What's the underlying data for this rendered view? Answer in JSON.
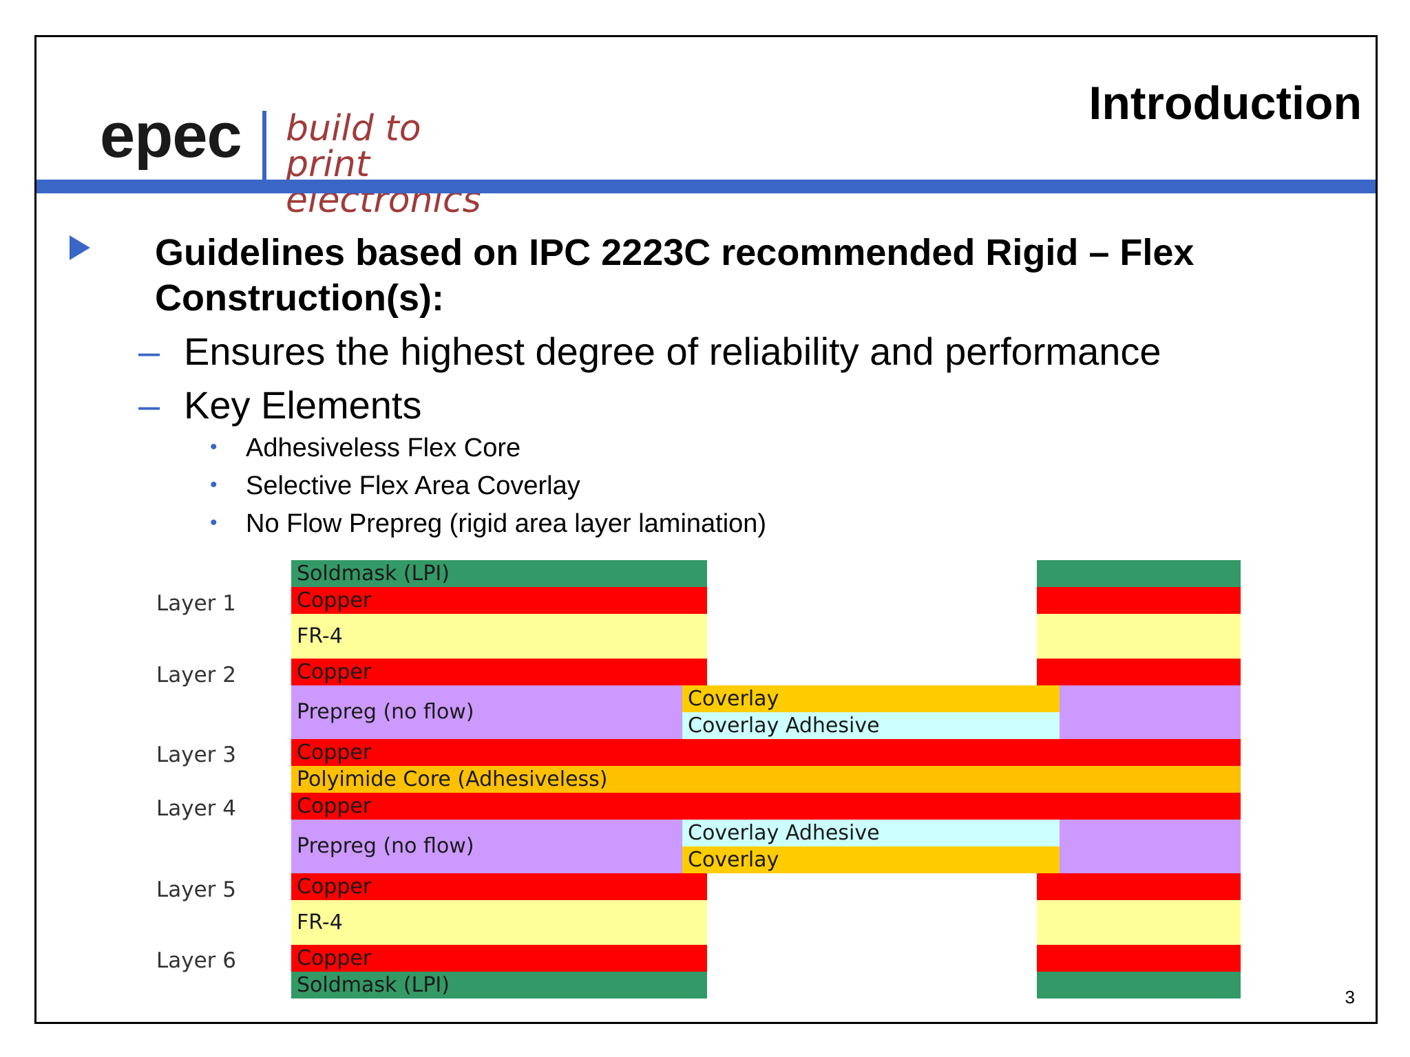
{
  "header": {
    "logo_word": "epec",
    "logo_tagline_1": "build to print",
    "logo_tagline_2": "electronics",
    "title": "Introduction"
  },
  "content": {
    "main_bullet": "Guidelines based on IPC 2223C recommended Rigid – Flex Construction(s):",
    "sub_bullets": [
      "Ensures the highest degree of reliability and performance",
      "Key Elements"
    ],
    "key_elements": [
      "Adhesiveless Flex Core",
      "Selective Flex Area Coverlay",
      "No Flow Prepreg (rigid area layer lamination)"
    ]
  },
  "stackup": {
    "layer_labels": [
      "Layer 1",
      "Layer 2",
      "Layer 3",
      "Layer 4",
      "Layer 5",
      "Layer 6"
    ],
    "materials": {
      "soldmask_top": "Soldmask (LPI)",
      "copper_l1": "Copper",
      "fr4_top": "FR-4",
      "copper_l2": "Copper",
      "prepreg_top": "Prepreg (no flow)",
      "coverlay_top": "Coverlay",
      "coverlay_adhesive_top": "Coverlay Adhesive",
      "copper_l3": "Copper",
      "polyimide_core": "Polyimide Core (Adhesiveless)",
      "copper_l4": "Copper",
      "prepreg_bottom": "Prepreg (no flow)",
      "coverlay_adhesive_bottom": "Coverlay Adhesive",
      "coverlay_bottom": "Coverlay",
      "copper_l5": "Copper",
      "fr4_bottom": "FR-4",
      "copper_l6": "Copper",
      "soldmask_bottom": "Soldmask (LPI)"
    },
    "colors": {
      "soldmask": "#339966",
      "copper": "#ff0000",
      "fr4": "#ffff99",
      "prepreg": "#cc99ff",
      "coverlay": "#ffcc00",
      "coverlay_adhesive": "#ccffff",
      "polyimide": "#ffc000"
    }
  },
  "footer": {
    "page_number": "3"
  }
}
